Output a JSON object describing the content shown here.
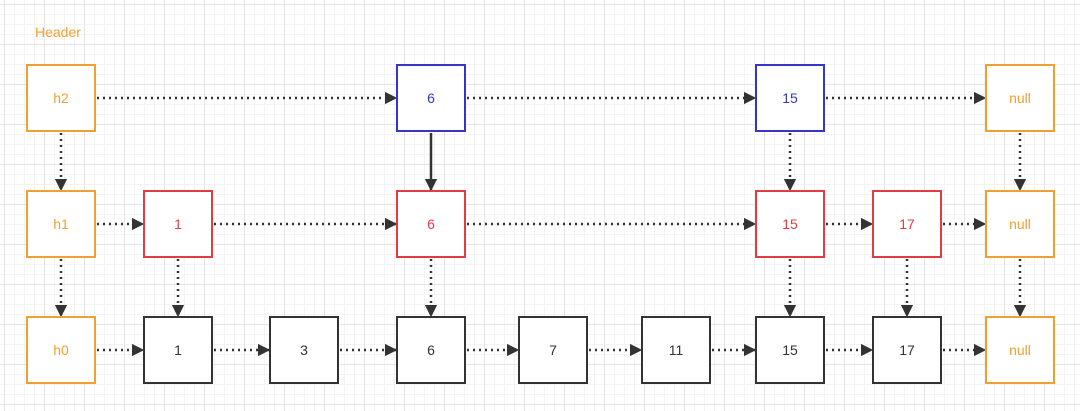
{
  "header_label": "Header",
  "colors": {
    "header": "#f0a030",
    "level2": "#3535c8",
    "level1": "#e03c44",
    "level0": "#333333",
    "arrow": "#333333"
  },
  "levels": [
    {
      "name": "h2",
      "color_key": "level2",
      "nodes": [
        "h2",
        "6",
        "15",
        "null"
      ]
    },
    {
      "name": "h1",
      "color_key": "level1",
      "nodes": [
        "h1",
        "1",
        "6",
        "15",
        "17",
        "null"
      ]
    },
    {
      "name": "h0",
      "color_key": "level0",
      "nodes": [
        "h0",
        "1",
        "3",
        "6",
        "7",
        "11",
        "15",
        "17",
        "null"
      ]
    }
  ]
}
